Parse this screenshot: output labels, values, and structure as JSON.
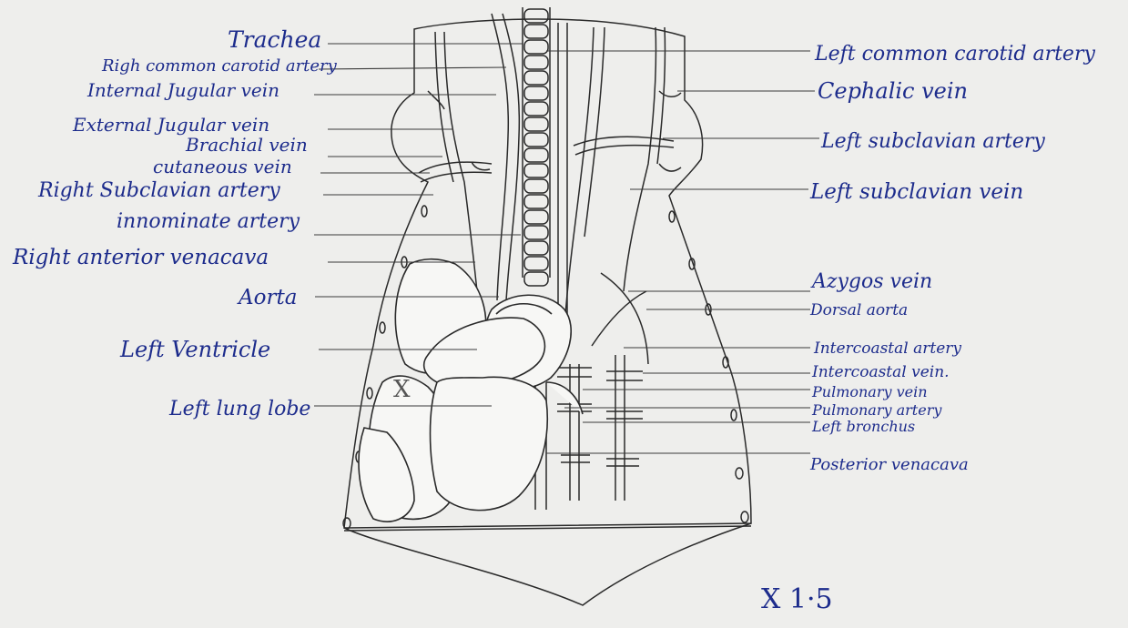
{
  "diagram": {
    "left_labels": [
      "Trachea",
      "Righ common carotid artery",
      "Internal Jugular vein",
      "External Jugular vein",
      "Brachial vein",
      "cutaneous vein",
      "Right Subclavian artery",
      "innominate artery",
      "Right anterior venacava",
      "Aorta",
      "Left Ventricle",
      "Left lung lobe"
    ],
    "right_labels": [
      "Left common carotid artery",
      "Cephalic vein",
      "Left subclavian artery",
      "Left subclavian vein",
      "Azygos vein",
      "Dorsal aorta",
      "Intercoastal artery",
      "Intercoastal vein.",
      "Pulmonary vein",
      "Pulmonary artery",
      "Left bronchus",
      "Posterior venacava"
    ],
    "magnification": "X 1·5",
    "cross_mark": "X"
  },
  "colors": {
    "ink": "#1d2c8c",
    "outline": "#2a2a2a",
    "paper": "#eeeeec"
  }
}
